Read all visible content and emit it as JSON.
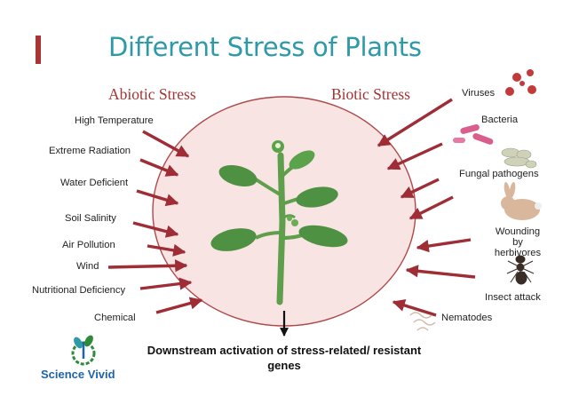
{
  "title": "Different Stress of Plants",
  "abiotic": {
    "heading": "Abiotic Stress",
    "items": [
      "High Temperature",
      "Extreme Radiation",
      "Water Deficient",
      "Soil Salinity",
      "Air Pollution",
      "Wind",
      "Nutritional Deficiency",
      "Chemical"
    ]
  },
  "biotic": {
    "heading": "Biotic Stress",
    "items": [
      "Viruses",
      "Bacteria",
      "Fungal pathogens",
      "Wounding by herbivores",
      "Insect attack",
      "Nematodes"
    ]
  },
  "outcome": "Downstream activation of stress-related/ resistant genes",
  "brand": "Science Vivid",
  "colors": {
    "title": "#2e9aa8",
    "arrow": "#9e2d36",
    "circle_fill": "#f7e4e3",
    "circle_stroke": "#b04848",
    "plant": "#5f9e4a",
    "brand": "#1f63a8"
  }
}
